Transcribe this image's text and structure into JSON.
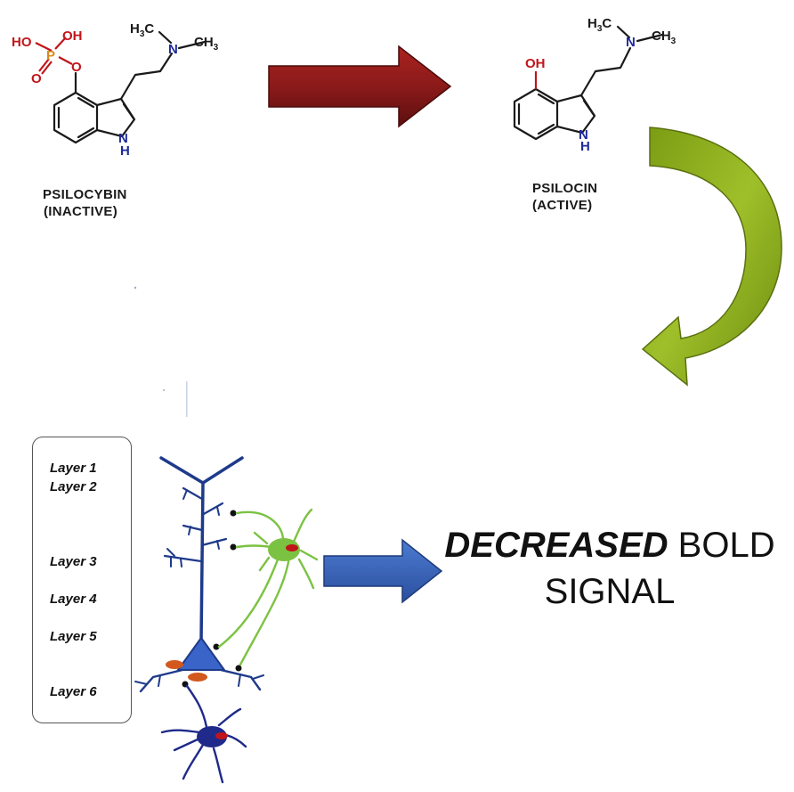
{
  "molecules": {
    "psilocybin": {
      "name": "PSILOCYBIN",
      "state": "(INACTIVE)",
      "atoms": {
        "ho": "HO",
        "oh": "OH",
        "p": "P",
        "o_double": "O",
        "o_ester": "O",
        "h3c": "H",
        "h3c_sub": "3",
        "h3c_c": "C",
        "n": "N",
        "ch3": "CH",
        "ch3_sub": "3",
        "nh_n": "N",
        "nh_h": "H"
      }
    },
    "psilocin": {
      "name": "PSILOCIN",
      "state": "(ACTIVE)",
      "atoms": {
        "oh": "OH",
        "h3c": "H",
        "h3c_sub": "3",
        "h3c_c": "C",
        "n": "N",
        "ch3": "CH",
        "ch3_sub": "3",
        "nh_n": "N",
        "nh_h": "H"
      }
    }
  },
  "layers": [
    "Layer 1",
    "Layer 2",
    "Layer 3",
    "Layer 4",
    "Layer 5",
    "Layer 6"
  ],
  "outcome": {
    "emphasis": "DECREASED",
    "rest_line1": "BOLD",
    "line2": "SIGNAL"
  },
  "colors": {
    "dephosphorylation_arrow": "#8b1a1a",
    "curved_arrow": "#8aa61a",
    "effect_arrow": "#3a64b8",
    "pyramidal_neuron": "#1e3a8a",
    "interneuron_green": "#7cc242",
    "interneuron_blue": "#1f2a8a",
    "receptor_orange": "#d2581e",
    "phosphate_red": "#c0151a",
    "nitrogen_blue": "#1f2a9a"
  }
}
